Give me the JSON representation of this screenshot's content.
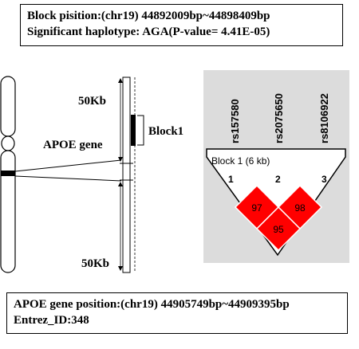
{
  "top_box": {
    "line1": "Block pisition:(chr19) 44892009bp~44898409bp",
    "line2": "Significant haplotype: AGA(P-value= 4.41E-05)"
  },
  "bottom_box": {
    "line1": "APOE gene position:(chr19) 44905749bp~44909395bp",
    "line2": "Entrez_ID:348"
  },
  "left_diagram": {
    "upper_distance": "50Kb",
    "lower_distance": "50Kb",
    "gene_label": "APOE gene",
    "block_label": "Block1"
  },
  "ld_plot": {
    "snps": [
      "rs157580",
      "rs2075650",
      "rs8106922"
    ],
    "block_title": "Block 1 (6 kb)",
    "marker_numbers": [
      "1",
      "2",
      "3"
    ],
    "cells": [
      {
        "label": "97",
        "color": "#ff0000"
      },
      {
        "label": "98",
        "color": "#ff0000"
      },
      {
        "label": "95",
        "color": "#ff0000"
      }
    ],
    "background_color": "#dcdcdc"
  }
}
